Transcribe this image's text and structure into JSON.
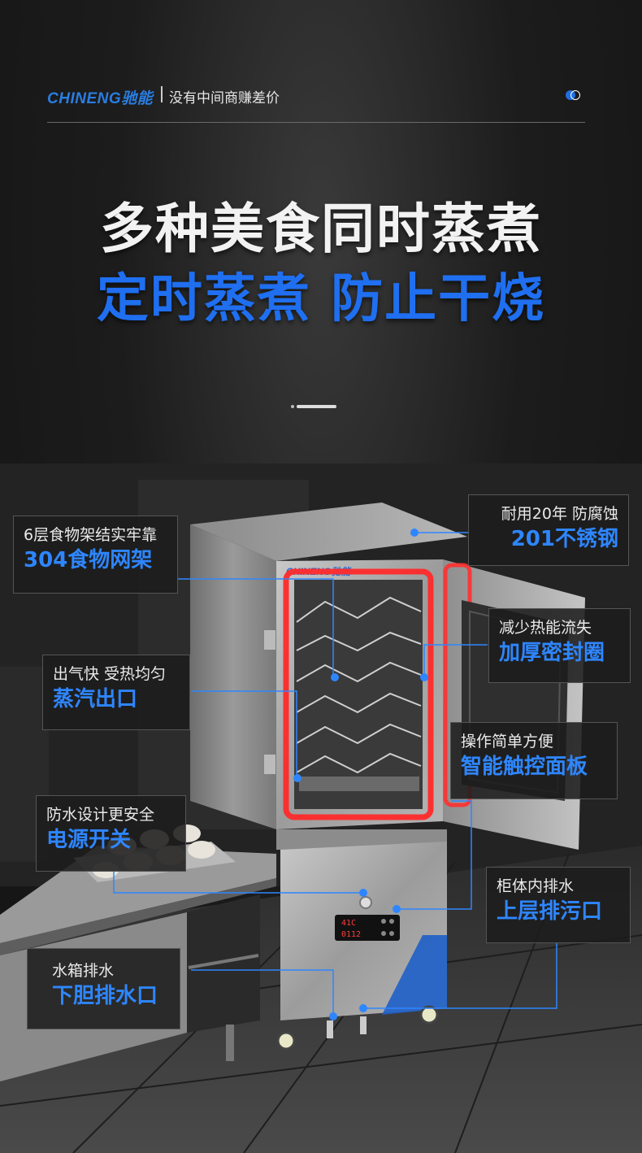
{
  "header": {
    "brand": "CHINENG驰能",
    "slogan": "没有中间商赚差价"
  },
  "headline": {
    "line1": "多种美食同时蒸煮",
    "line2": "定时蒸煮 防止干烧"
  },
  "machine": {
    "brand": "CHINENG驰能",
    "display_top": "41C",
    "display_bottom": "0112"
  },
  "callouts": [
    {
      "sub": "6层食物架结实牢靠",
      "main": "304食物网架"
    },
    {
      "sub": "耐用20年 防腐蚀",
      "main": "201不锈钢"
    },
    {
      "sub": "出气快 受热均匀",
      "main": "蒸汽出口"
    },
    {
      "sub": "减少热能流失",
      "main": "加厚密封圈"
    },
    {
      "sub": "操作简单方便",
      "main": "智能触控面板"
    },
    {
      "sub": "防水设计更安全",
      "main": "电源开关"
    },
    {
      "sub": "柜体内排水",
      "main": "上层排污口"
    },
    {
      "sub": "水箱排水",
      "main": "下胆排水口"
    }
  ],
  "colors": {
    "accent": "#1f6ff0",
    "seal_red": "#ff2a2a"
  }
}
